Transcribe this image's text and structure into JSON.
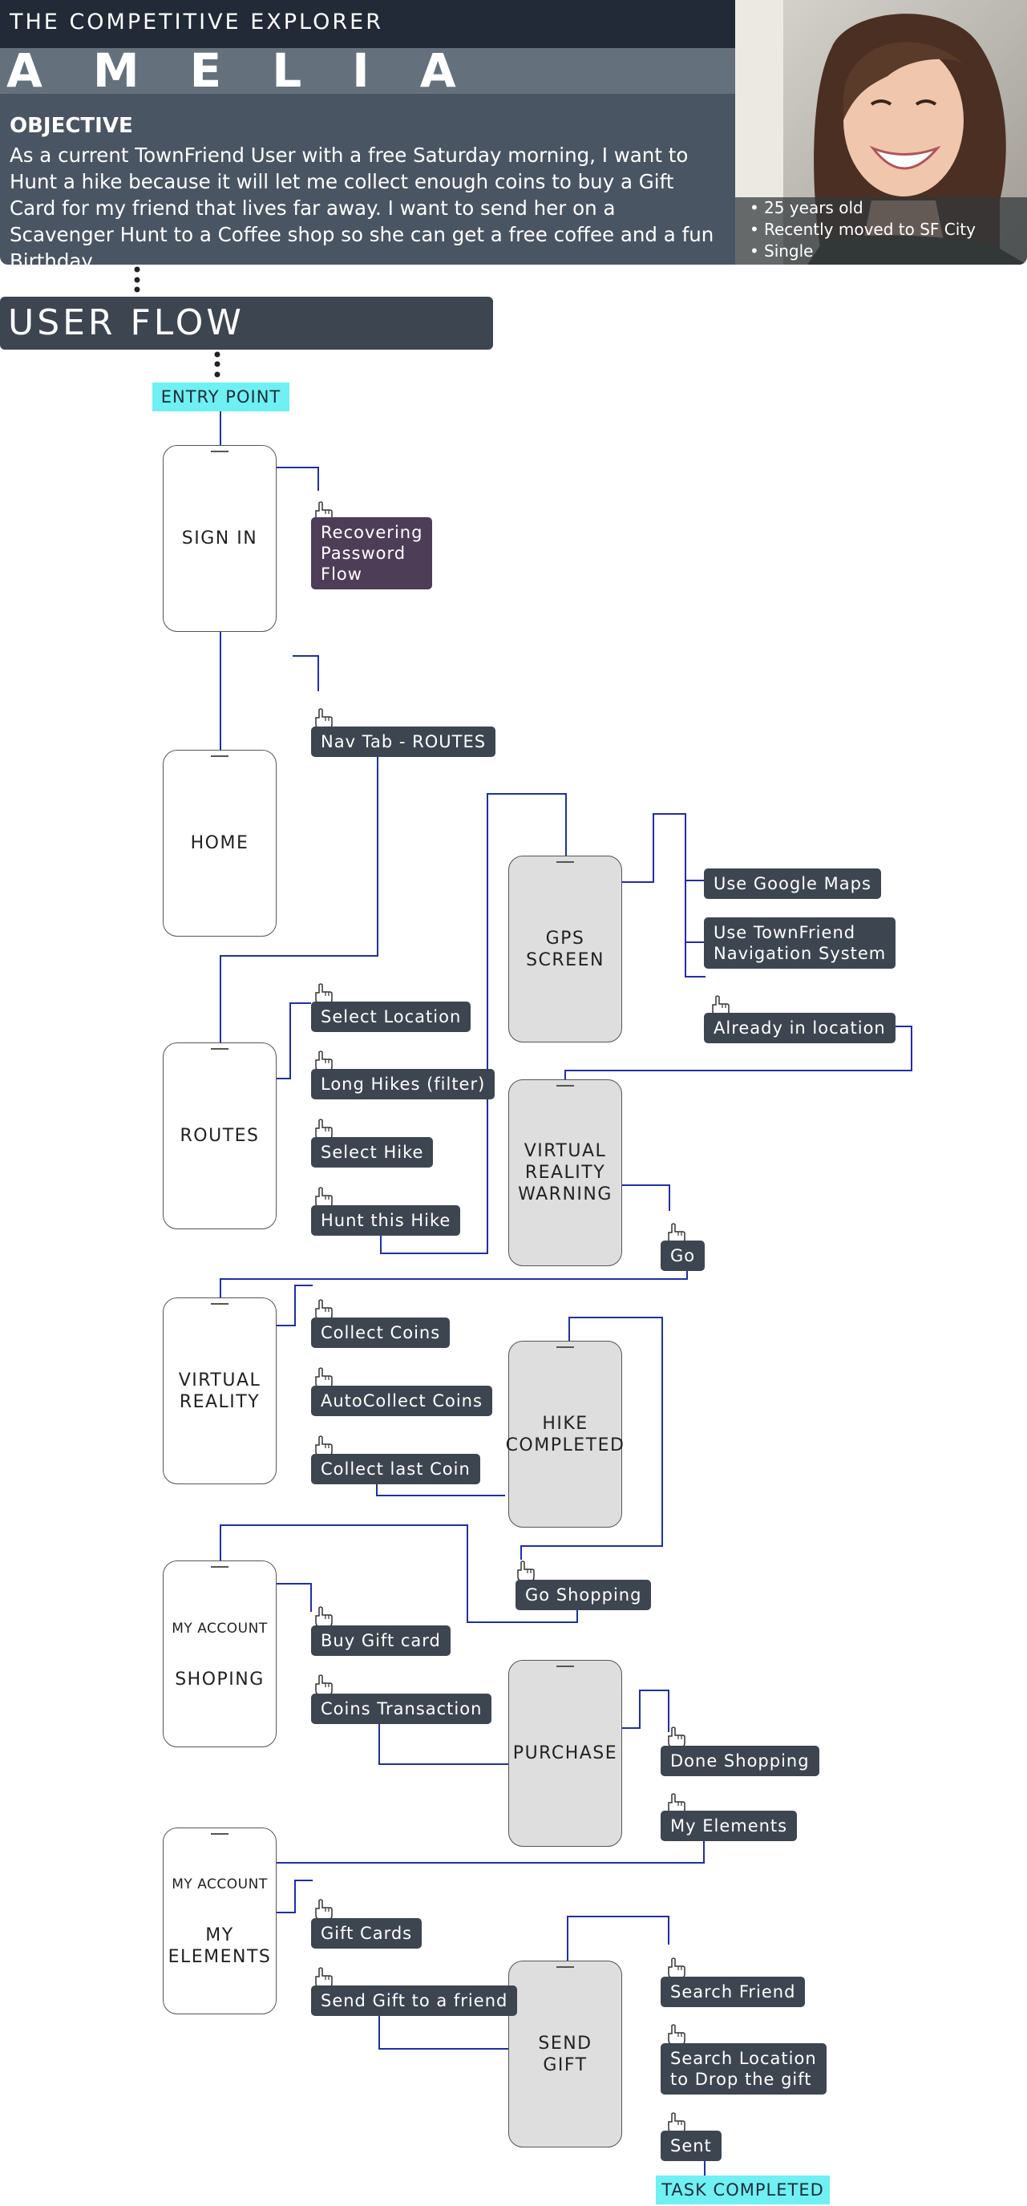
{
  "persona": {
    "type": "THE COMPETITIVE EXPLORER",
    "name": "AMELIA",
    "objective_label": "OBJECTIVE",
    "objective_text": "As a current TownFriend User with a free Saturday morning, I want to Hunt a hike because it will let me collect enough coins to buy a Gift Card for my friend that lives far away. I want to send her on a Scavenger Hunt to a Coffee shop so she can get a free coffee and a fun Birthday.",
    "facts": [
      "25 years old",
      "Recently moved to SF City",
      "Single"
    ]
  },
  "title": "USER FLOW ILLUSTRATION",
  "flow": {
    "entry_point": "ENTRY POINT",
    "task_completed": "TASK COMPLETED",
    "screens": {
      "sign_in": "SIGN IN",
      "home": "HOME",
      "routes": "ROUTES",
      "gps_screen": [
        "GPS",
        "SCREEN"
      ],
      "vr_warning": [
        "VIRTUAL",
        "REALITY",
        "WARNING"
      ],
      "virtual_reality": [
        "VIRTUAL",
        "REALITY"
      ],
      "hike_completed": [
        "HIKE",
        "COMPLETED"
      ],
      "shopping_header": "MY ACCOUNT",
      "shopping": "SHOPING",
      "purchase": "PURCHASE",
      "elements_header": "MY ACCOUNT",
      "elements": [
        "MY",
        "ELEMENTS"
      ],
      "send_gift": [
        "SEND",
        "GIFT"
      ]
    },
    "actions": {
      "recovering_password": [
        "Recovering",
        "Password",
        "Flow"
      ],
      "nav_tab_routes": "Nav Tab - ROUTES",
      "select_location": "Select Location",
      "long_hikes": "Long Hikes (filter)",
      "select_hike": "Select Hike",
      "hunt_hike": "Hunt this Hike",
      "use_google_maps": "Use Google Maps",
      "use_townfriend": [
        "Use TownFriend",
        "Navigation System"
      ],
      "already_in_location": "Already in location",
      "go": "Go",
      "collect_coins": "Collect Coins",
      "autocollect_coins": "AutoCollect Coins",
      "collect_last_coin": "Collect last Coin",
      "go_shopping": "Go Shopping",
      "buy_gift_card": "Buy Gift card",
      "coins_transaction": "Coins Transaction",
      "done_shopping": "Done Shopping",
      "my_elements": "My Elements",
      "gift_cards": "Gift Cards",
      "send_gift_friend": "Send Gift to a friend",
      "search_friend": "Search Friend",
      "search_location": [
        "Search Location",
        "to Drop the gift"
      ],
      "sent": "Sent"
    }
  },
  "colors": {
    "header_dark": "#212a36",
    "header_panel": "#4a5563",
    "action_bg": "#3d4650",
    "accent_purple": "#4e3d57",
    "terminal_cyan": "#6ff0f2",
    "connector_blue": "#1f2fa8"
  },
  "icons": [
    "hand-pointer-icon"
  ]
}
